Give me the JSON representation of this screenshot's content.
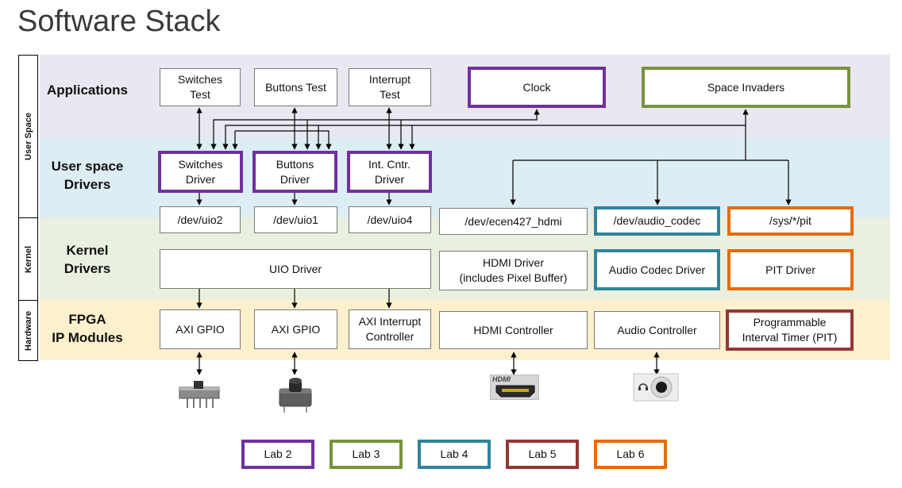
{
  "title": "Software Stack",
  "layers": {
    "user_space": "User Space",
    "kernel": "Kernel",
    "hardware": "Hardware"
  },
  "sections": {
    "applications": "Applications",
    "user_space_drivers": "User space\nDrivers",
    "kernel_drivers": "Kernel\nDrivers",
    "fpga": "FPGA\nIP Modules"
  },
  "applications": {
    "switches_test": "Switches\nTest",
    "buttons_test": "Buttons Test",
    "interrupt_test": "Interrupt\nTest",
    "clock": "Clock",
    "space_invaders": "Space Invaders"
  },
  "user_drivers": {
    "switches": "Switches\nDriver",
    "buttons": "Buttons\nDriver",
    "int_cntr": "Int. Cntr.\nDriver"
  },
  "device_files": {
    "uio2": "/dev/uio2",
    "uio1": "/dev/uio1",
    "uio4": "/dev/uio4",
    "hdmi": "/dev/ecen427_hdmi",
    "audio": "/dev/audio_codec",
    "pit": "/sys/*/pit"
  },
  "kernel_drivers": {
    "uio": "UIO Driver",
    "hdmi": "HDMI Driver\n(includes Pixel Buffer)",
    "audio": "Audio Codec Driver",
    "pit": "PIT Driver"
  },
  "ip_modules": {
    "axi_gpio_1": "AXI GPIO",
    "axi_gpio_2": "AXI GPIO",
    "axi_interrupt": "AXI Interrupt\nController",
    "hdmi": "HDMI Controller",
    "audio": "Audio Controller",
    "pit": "Programmable\nInterval Timer (PIT)"
  },
  "hardware_icons": {
    "hdmi_port_label": "HDMI"
  },
  "legend": [
    {
      "label": "Lab 2",
      "color": "#7030a0"
    },
    {
      "label": "Lab 3",
      "color": "#77933c"
    },
    {
      "label": "Lab 4",
      "color": "#31849b"
    },
    {
      "label": "Lab 5",
      "color": "#953735"
    },
    {
      "label": "Lab 6",
      "color": "#e36c09"
    }
  ]
}
